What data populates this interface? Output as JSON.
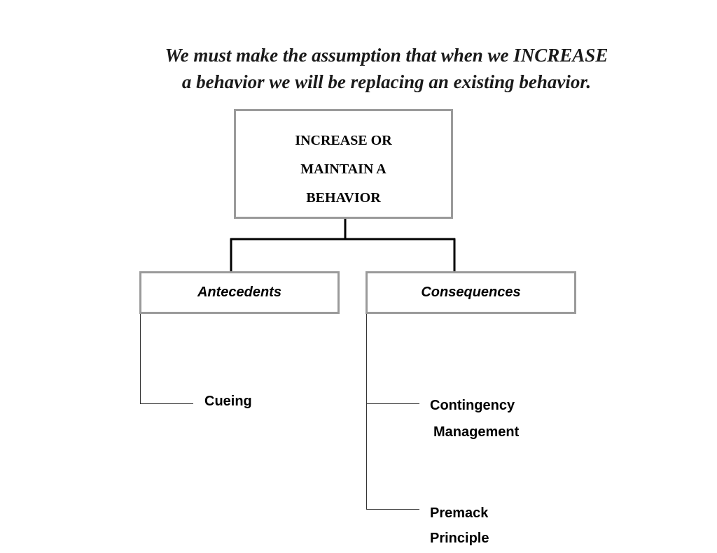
{
  "title": {
    "line1": "We must make the assumption that when we INCREASE",
    "line2": "a behavior we will be replacing an existing behavior."
  },
  "root_box": {
    "line1": "INCREASE OR",
    "line2": "MAINTAIN A",
    "line3": "BEHAVIOR"
  },
  "categories": {
    "antecedents": "Antecedents",
    "consequences": "Consequences"
  },
  "leaves": {
    "cueing": "Cueing",
    "contingency_line1": "Contingency",
    "contingency_line2": "Management",
    "premack_line1": "Premack",
    "premack_line2": "Principle"
  },
  "colors": {
    "box_border": "#9a9a9a",
    "bracket_line": "#000000",
    "branch_line": "#333333"
  }
}
